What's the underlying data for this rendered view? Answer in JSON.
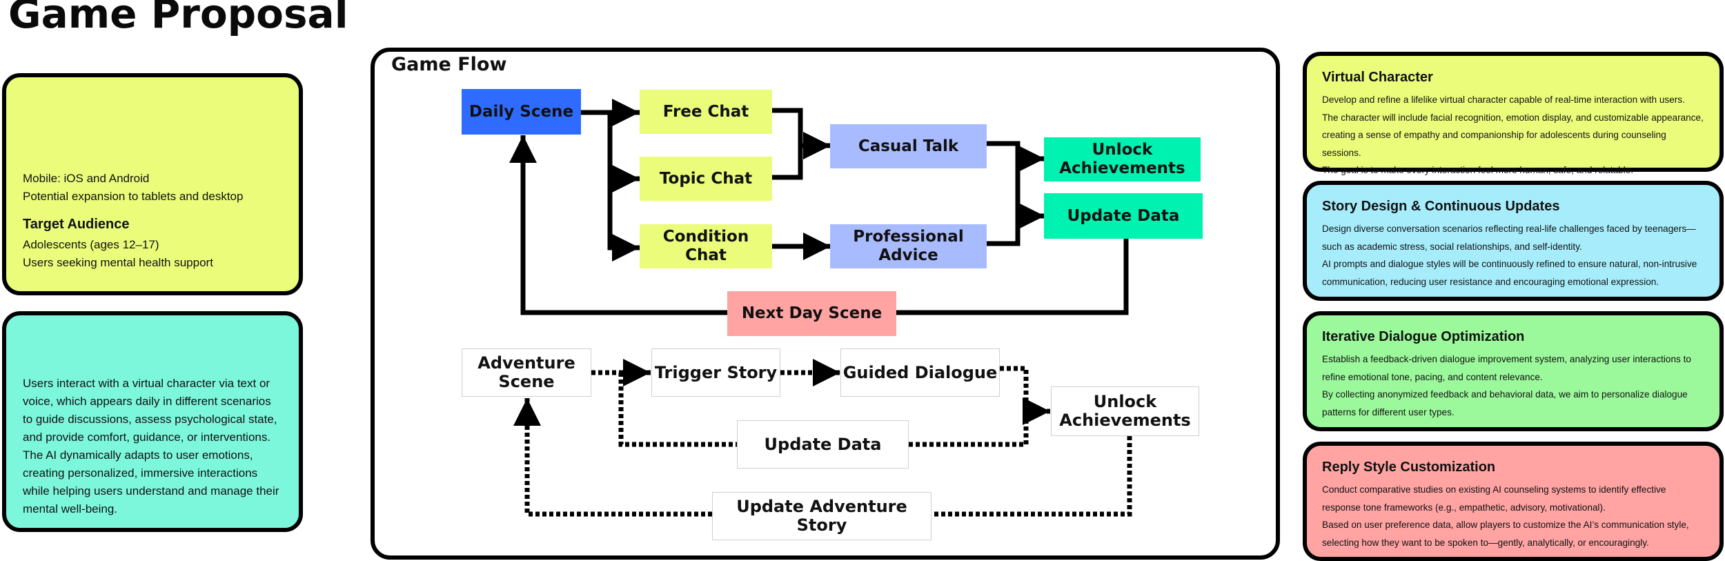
{
  "page_title": "Game Proposal",
  "left_cards": [
    {
      "bg": "#eafc7a",
      "lines_top": [
        "Mobile: iOS and Android",
        "Potential expansion to tablets and desktop"
      ],
      "heading": "Target Audience",
      "lines_bottom": [
        "Adolescents (ages 12–17)",
        "Users seeking mental health support"
      ]
    },
    {
      "bg": "#7cf7dc",
      "lines": [
        "Users interact with a virtual character via text or",
        "voice, which appears daily in different scenarios",
        "to guide discussions, assess psychological state,",
        "and provide comfort, guidance, or interventions.",
        "The AI dynamically adapts to user emotions,",
        "creating personalized, immersive interactions",
        "while helping users understand and manage their",
        "mental well-being."
      ]
    }
  ],
  "flow": {
    "title": "Game Flow",
    "nodes": {
      "daily_scene": "Daily Scene",
      "free_chat": "Free Chat",
      "topic_chat": "Topic Chat",
      "condition_chat": "Condition Chat",
      "casual_talk": "Casual Talk",
      "professional_advice": [
        "Professional",
        "Advice"
      ],
      "unlock_achievements": [
        "Unlock",
        "Achievements"
      ],
      "update_data": "Update Data",
      "next_day_scene": "Next Day Scene",
      "adventure_scene": [
        "Adventure",
        "Scene"
      ],
      "trigger_story": "Trigger Story",
      "guided_dialogue": "Guided Dialogue",
      "adv_update_data": "Update Data",
      "adv_unlock_achievements": [
        "Unlock",
        "Achievements"
      ],
      "update_adventure_story": "Update Adventure Story"
    },
    "colors": {
      "daily_scene": "#2f6bff",
      "chat": "#eafc7a",
      "talk": "#a9bbff",
      "result": "#00f2b0",
      "next_day": "#ffa3a3"
    }
  },
  "right_cards": [
    {
      "bg": "#eafc7a",
      "heading": "Virtual Character",
      "paras": [
        "Develop and refine a lifelike virtual character capable of real-time interaction with users.",
        "The character will include facial recognition, emotion display, and customizable appearance,",
        "creating a sense of empathy and companionship for adolescents during counseling sessions.",
        "The goal is to make every interaction feel more human, safe, and relatable."
      ]
    },
    {
      "bg": "#a6ecfb",
      "heading": "Story Design & Continuous Updates",
      "paras": [
        "Design diverse conversation scenarios reflecting real-life challenges faced by teenagers—",
        "such as academic stress, social relationships, and self-identity.",
        "AI prompts and dialogue styles will be continuously refined to ensure natural, non-intrusive",
        "communication, reducing user resistance and encouraging emotional expression."
      ]
    },
    {
      "bg": "#9bf99b",
      "heading": "Iterative Dialogue Optimization",
      "paras": [
        "Establish a feedback-driven dialogue improvement system, analyzing user interactions to",
        "refine emotional tone, pacing, and content relevance.",
        "By collecting anonymized feedback and behavioral data, we aim to personalize dialogue",
        "patterns for different user types."
      ]
    },
    {
      "bg": "#ffa3a3",
      "heading": "Reply Style Customization",
      "paras": [
        "Conduct comparative studies on existing AI counseling systems to identify effective",
        "response tone frameworks (e.g., empathetic, advisory, motivational).",
        "Based on user preference data, allow players to customize the AI’s communication style,",
        "selecting how they want to be spoken to—gently, analytically, or encouragingly."
      ]
    }
  ]
}
